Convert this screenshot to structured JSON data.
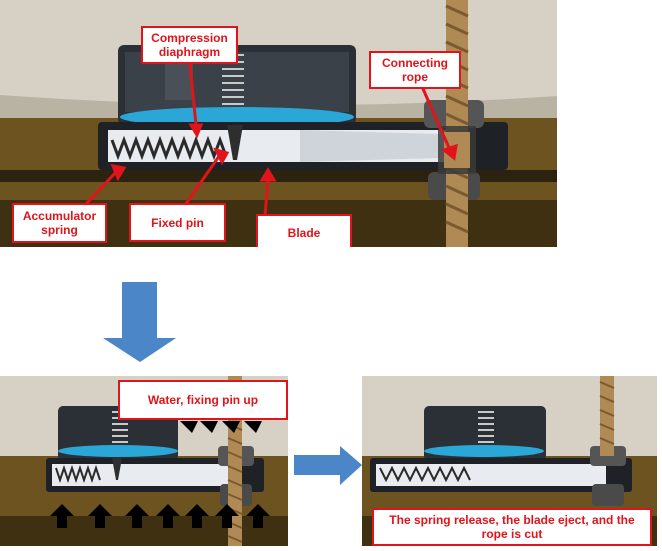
{
  "top_panel": {
    "labels": {
      "compression_diaphragm": "Compression diaphragm",
      "connecting_rope": "Connecting rope",
      "accumulator_spring": "Accumulator spring",
      "fixed_pin": "Fixed pin",
      "blade": "Blade"
    }
  },
  "bottom_left_panel": {
    "label": "Water, fixing pin up"
  },
  "bottom_right_panel": {
    "label": "The spring release, the blade eject, and the rope is cut"
  },
  "colors": {
    "label_border": "#e0141a",
    "flow_arrow": "#4a86c8",
    "diaphragm": "#2aa7d6"
  }
}
